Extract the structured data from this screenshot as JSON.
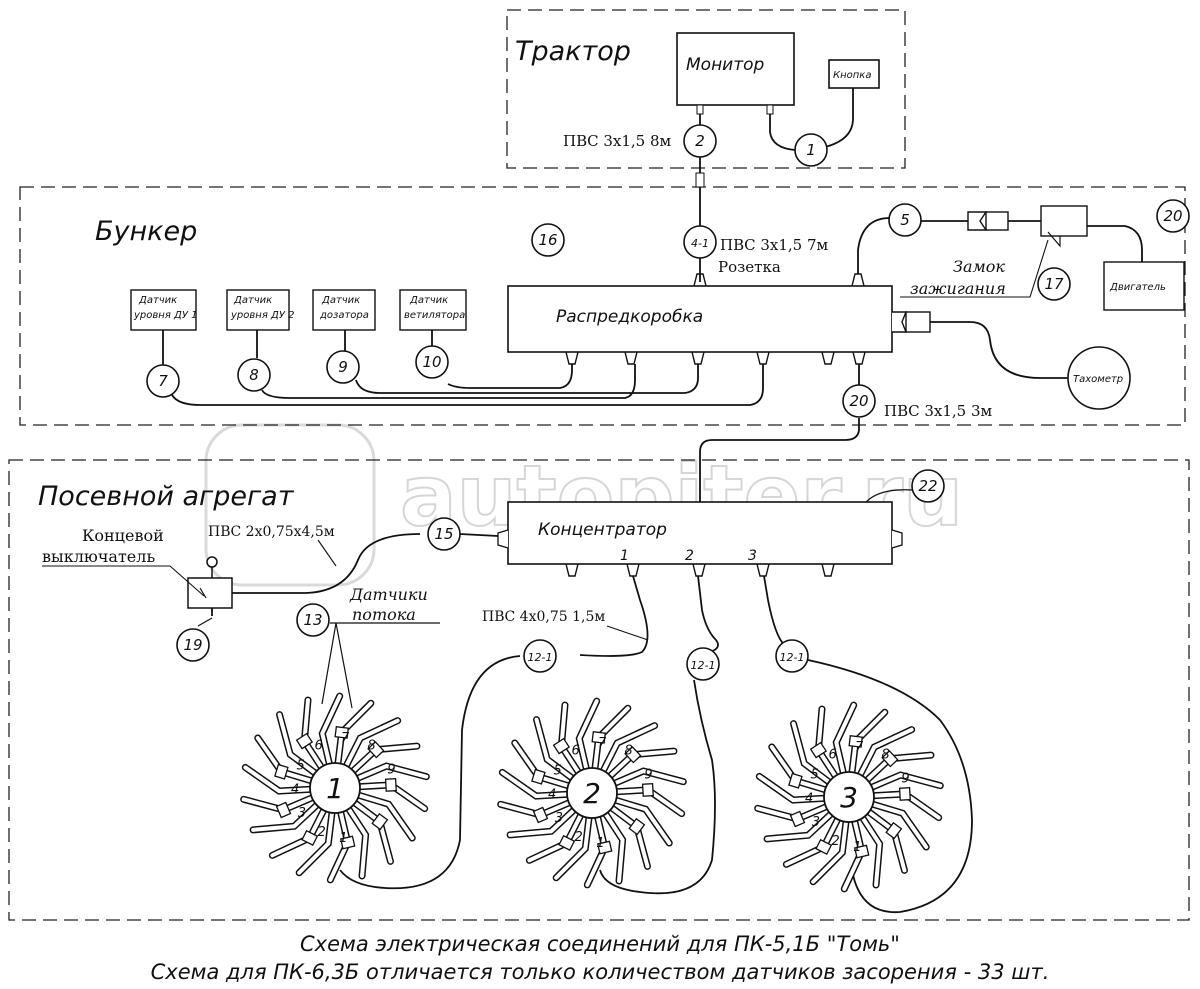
{
  "zones": {
    "tractor": "Трактор",
    "bunker": "Бункер",
    "seeder": "Посевной агрегат"
  },
  "components": {
    "monitor": "Монитор",
    "button": "Кнопка",
    "junction_box": "Распредкоробка",
    "concentrator": "Концентратор",
    "engine": "Двигатель",
    "tachometer": "Тахометр",
    "sensor_du1": [
      "Датчик",
      "уровня ДУ 1"
    ],
    "sensor_du2": [
      "Датчик",
      "уровня ДУ 2"
    ],
    "sensor_dosing": [
      "Датчик",
      "дозатора"
    ],
    "sensor_fan": [
      "Датчик",
      "ветилятора"
    ],
    "ignition_lock": [
      "Замок",
      "зажигания"
    ],
    "limit_switch": [
      "Концевой",
      "выключатель"
    ],
    "flow_sensors": [
      "Датчики",
      "потока"
    ],
    "socket": "Розетка"
  },
  "cables": {
    "pvs_8m": "ПВС 3х1,5  8м",
    "pvs_7m": "ПВС 3х1,5  7м",
    "pvs_3m": "ПВС 3х1,5  3м",
    "pvs_2x075": "ПВС 2х0,75х4,5м",
    "pvs_4x075": "ПВС 4х0,75  1,5м"
  },
  "markers": {
    "m1": "1",
    "m2": "2",
    "m4_1": "4-1",
    "m5": "5",
    "m7": "7",
    "m8": "8",
    "m9": "9",
    "m10": "10",
    "m13": "13",
    "m15": "15",
    "m16": "16",
    "m17": "17",
    "m19": "19",
    "m20a": "20",
    "m20b": "20",
    "m22": "22",
    "m12_1a": "12-1",
    "m12_1b": "12-1",
    "m12_1c": "12-1"
  },
  "ports": [
    "1",
    "2",
    "3"
  ],
  "sections": [
    "1",
    "2",
    "3"
  ],
  "coulter_numbers": [
    "1",
    "2",
    "3",
    "4",
    "5",
    "6",
    "7",
    "8",
    "9"
  ],
  "watermark": "autopiter.ru",
  "caption": {
    "line1": "Схема электрическая соединений для ПК-5,1Б \"Томь\"",
    "line2": "Схема для ПК-6,3Б отличается только количеством датчиков засорения - 33 шт."
  }
}
